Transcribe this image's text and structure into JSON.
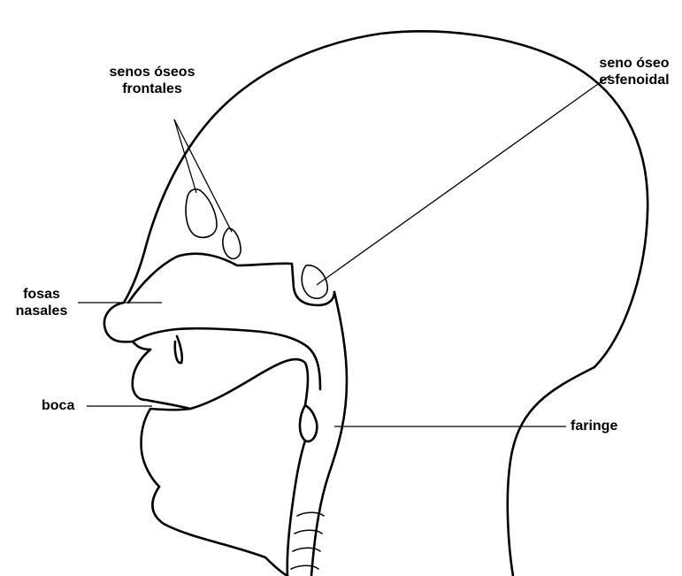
{
  "labels": {
    "frontal_sinus_line1": "senos óseos",
    "frontal_sinus_line2": "frontales",
    "sphenoid_sinus_line1": "seno óseo",
    "sphenoid_sinus_line2": "esfenoidal",
    "nasal_cavity_line1": "fosas",
    "nasal_cavity_line2": "nasales",
    "mouth": "boca",
    "pharynx": "faringe"
  },
  "colors": {
    "line": "#000000",
    "background": "#ffffff"
  }
}
